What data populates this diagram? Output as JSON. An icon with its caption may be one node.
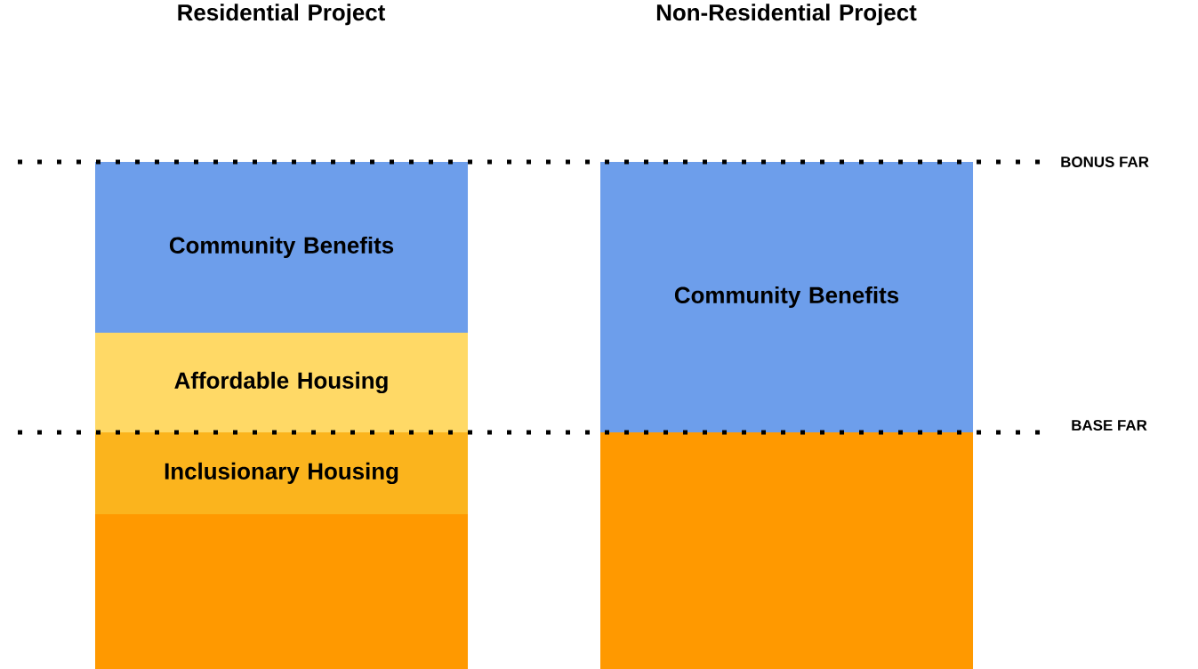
{
  "diagram": {
    "nodes": [
      {
        "text": [
          "Community Benefits"
        ]
      },
      {
        "text": [
          "Affordable Housing"
        ]
      },
      {
        "text": [
          "Inclusionary Housing"
        ]
      },
      {
        "text": [],
        "shape": "box"
      },
      {
        "text": [
          "Community Benefits"
        ]
      },
      {
        "text": [],
        "shape": "box"
      }
    ],
    "labels": [
      "Residential Project",
      "Non-Residential Project",
      "BONUS FAR",
      "BASE FAR"
    ]
  }
}
